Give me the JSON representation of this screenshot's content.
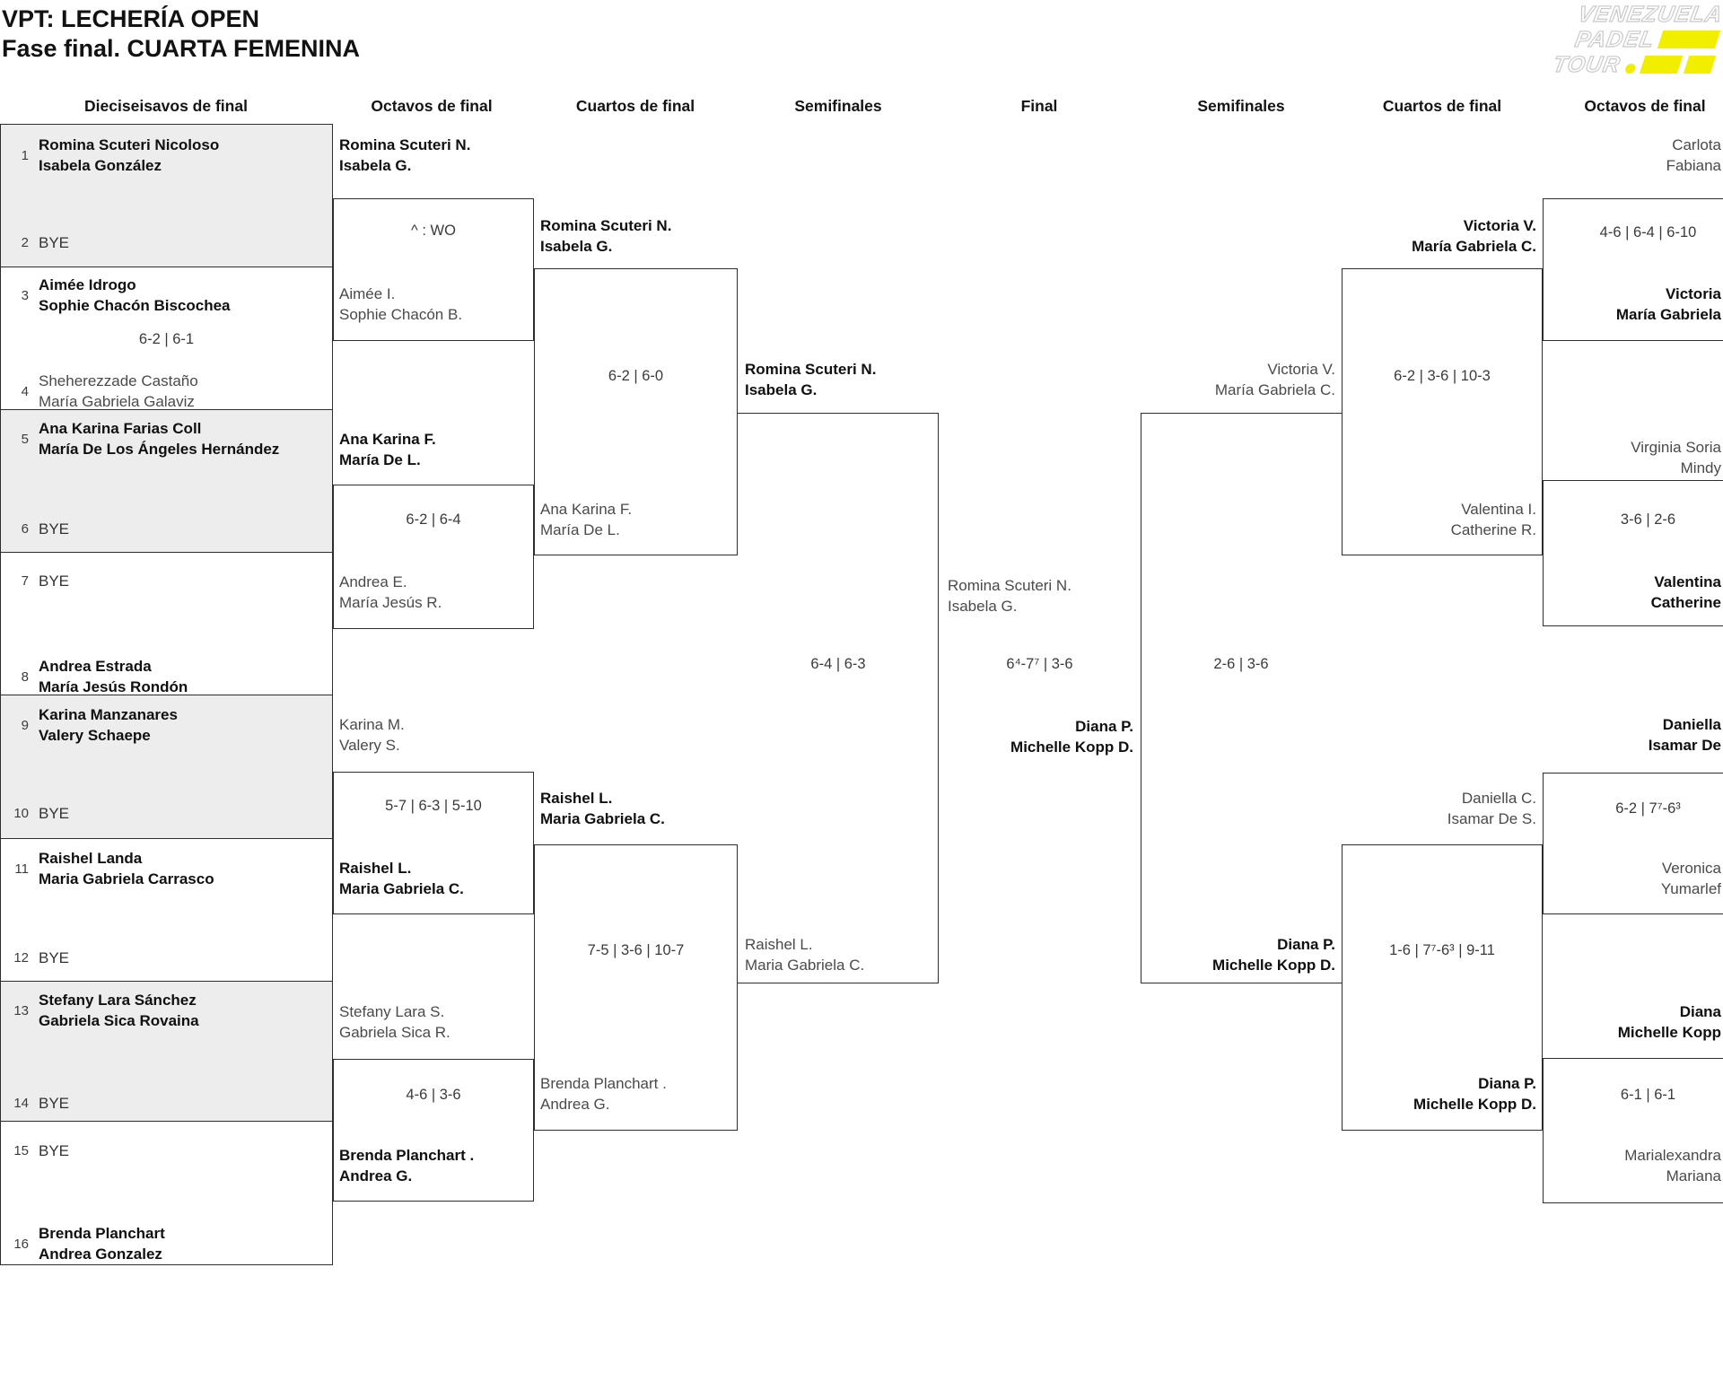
{
  "title": {
    "line1": "VPT: LECHERÍA OPEN",
    "line2": "Fase final. CUARTA FEMENINA"
  },
  "logo": {
    "line1": "VENEZUELA",
    "line2": "PADEL",
    "line3": "TOUR",
    "yellow": "#f2ee00"
  },
  "rounds": [
    "Dieciseisavos de final",
    "Octavos de final",
    "Cuartos de final",
    "Semifinales",
    "Final",
    "Semifinales",
    "Cuartos de final",
    "Octavos de final"
  ],
  "entries": [
    {
      "num": "1",
      "l1": "Romina Scuteri Nicoloso",
      "l2": "Isabela González"
    },
    {
      "num": "2",
      "l1": "BYE"
    },
    {
      "num": "3",
      "l1": "Aimée Idrogo",
      "l2": "Sophie Chacón Biscochea"
    },
    {
      "num": "4",
      "l1": "Sheherezzade Castaño",
      "l2": "María Gabriela Galaviz"
    },
    {
      "num": "5",
      "l1": "Ana Karina Farias Coll",
      "l2": "María De Los Ángeles Hernández"
    },
    {
      "num": "6",
      "l1": "BYE"
    },
    {
      "num": "7",
      "l1": "BYE"
    },
    {
      "num": "8",
      "l1": "Andrea Estrada",
      "l2": "María Jesús Rondón"
    },
    {
      "num": "9",
      "l1": "Karina Manzanares",
      "l2": "Valery Schaepe"
    },
    {
      "num": "10",
      "l1": "BYE"
    },
    {
      "num": "11",
      "l1": "Raishel Landa",
      "l2": "Maria Gabriela Carrasco"
    },
    {
      "num": "12",
      "l1": "BYE"
    },
    {
      "num": "13",
      "l1": "Stefany Lara Sánchez",
      "l2": "Gabriela Sica Rovaina"
    },
    {
      "num": "14",
      "l1": "BYE"
    },
    {
      "num": "15",
      "l1": "BYE"
    },
    {
      "num": "16",
      "l1": "Brenda Planchart",
      "l2": "Andrea Gonzalez"
    }
  ],
  "r16_score": "6-2 | 6-1",
  "octavos_left": [
    {
      "top": {
        "l1": "Romina Scuteri N.",
        "l2": "Isabela G."
      },
      "bottom": {
        "l1": "Aimée I.",
        "l2": "Sophie Chacón B."
      },
      "score": "^ : WO",
      "winner": "top"
    },
    {
      "top": {
        "l1": "Ana Karina F.",
        "l2": "María De L."
      },
      "bottom": {
        "l1": "Andrea E.",
        "l2": "María Jesús R."
      },
      "score": "6-2 | 6-4",
      "winner": "top"
    },
    {
      "top": {
        "l1": "Karina M.",
        "l2": "Valery S."
      },
      "bottom": {
        "l1": "Raishel L.",
        "l2": "Maria Gabriela C."
      },
      "score": "5-7 | 6-3 | 5-10",
      "winner": "bottom"
    },
    {
      "top": {
        "l1": "Stefany Lara S.",
        "l2": "Gabriela Sica R."
      },
      "bottom": {
        "l1": "Brenda Planchart .",
        "l2": "Andrea G."
      },
      "score": "4-6 | 3-6",
      "winner": "bottom"
    }
  ],
  "cuartos_left": [
    {
      "top": {
        "l1": "Romina Scuteri N.",
        "l2": "Isabela G."
      },
      "bottom": {
        "l1": "Ana Karina F.",
        "l2": "María De L."
      },
      "score": "6-2 | 6-0",
      "winner": "top"
    },
    {
      "top": {
        "l1": "Raishel L.",
        "l2": "Maria Gabriela C."
      },
      "bottom": {
        "l1": "Brenda Planchart .",
        "l2": "Andrea G."
      },
      "score": "7-5 | 3-6 | 10-7",
      "winner": "top"
    }
  ],
  "semi_left": {
    "top": {
      "l1": "Romina Scuteri N.",
      "l2": "Isabela G."
    },
    "bottom": {
      "l1": "Raishel L.",
      "l2": "Maria Gabriela C."
    },
    "score": "6-4 | 6-3",
    "winner": "top"
  },
  "final": {
    "left": {
      "l1": "Romina Scuteri N.",
      "l2": "Isabela G."
    },
    "right": {
      "l1": "Diana P.",
      "l2": "Michelle Kopp D."
    },
    "score": "6⁴-7⁷ | 3-6",
    "winner": "right"
  },
  "semi_right": {
    "top": {
      "l1": "Victoria V.",
      "l2": "María Gabriela C."
    },
    "bottom": {
      "l1": "Diana P.",
      "l2": "Michelle Kopp D."
    },
    "score": "2-6 | 3-6",
    "winner": "bottom"
  },
  "cuartos_right": [
    {
      "top": {
        "l1": "Victoria V.",
        "l2": "María Gabriela C."
      },
      "bottom": {
        "l1": "Valentina I.",
        "l2": "Catherine R."
      },
      "score": "6-2 | 3-6 | 10-3",
      "winner": "top"
    },
    {
      "top": {
        "l1": "Daniella C.",
        "l2": "Isamar De S."
      },
      "bottom": {
        "l1": "Diana P.",
        "l2": "Michelle Kopp D."
      },
      "score": "1-6 | 7⁷-6³ | 9-11",
      "winner": "bottom"
    }
  ],
  "octavos_right": [
    {
      "top": {
        "l1": "Carlota",
        "l2": "Fabiana"
      },
      "bottom": {
        "l1": "Victoria",
        "l2": "María Gabriela"
      },
      "score": "4-6 | 6-4 | 6-10",
      "winner": "bottom"
    },
    {
      "top": {
        "l1": "Virginia Soria",
        "l2": "Mindy"
      },
      "bottom": {
        "l1": "Valentina",
        "l2": "Catherine"
      },
      "score": "3-6 | 2-6",
      "winner": "bottom"
    },
    {
      "top": {
        "l1": "Daniella",
        "l2": "Isamar De"
      },
      "bottom": {
        "l1": "Veronica",
        "l2": "Yumarlef"
      },
      "score": "6-2 | 7⁷-6³",
      "winner": "top"
    },
    {
      "top": {
        "l1": "Diana",
        "l2": "Michelle Kopp"
      },
      "bottom": {
        "l1": "Marialexandra",
        "l2": "Mariana"
      },
      "score": "6-1 | 6-1",
      "winner": "top"
    }
  ]
}
